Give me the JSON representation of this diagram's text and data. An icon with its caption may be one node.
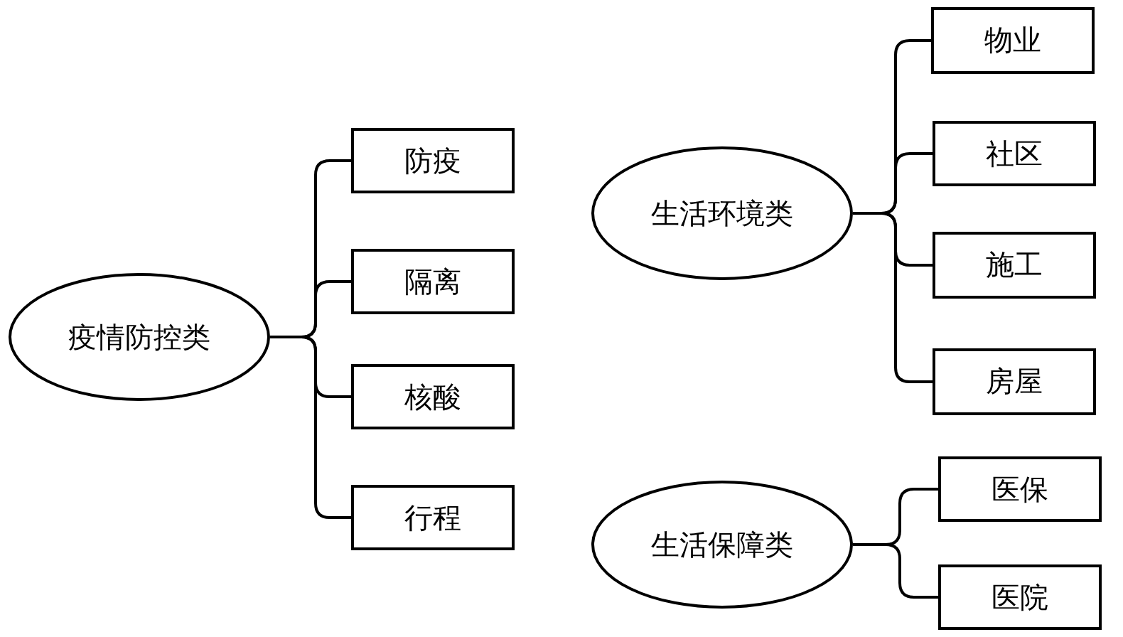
{
  "diagram": {
    "nodes": [
      {
        "text": [
          "疫情防控类"
        ]
      },
      {
        "text": [
          "防疫"
        ]
      },
      {
        "text": [
          "隔离"
        ]
      },
      {
        "text": [
          "核酸"
        ]
      },
      {
        "text": [
          "行程"
        ]
      },
      {
        "text": [
          "生活环境类"
        ]
      },
      {
        "text": [
          "物业"
        ]
      },
      {
        "text": [
          "社区"
        ]
      },
      {
        "text": [
          "施工"
        ]
      },
      {
        "text": [
          "房屋"
        ]
      },
      {
        "text": [
          "生活保障类"
        ]
      },
      {
        "text": [
          "医保"
        ]
      },
      {
        "text": [
          "医院"
        ]
      }
    ],
    "edges": [
      {
        "from": 0,
        "to": 1,
        "arrow": "none"
      },
      {
        "from": 0,
        "to": 2,
        "arrow": "none"
      },
      {
        "from": 0,
        "to": 3,
        "arrow": "none"
      },
      {
        "from": 0,
        "to": 4,
        "arrow": "none"
      },
      {
        "from": 5,
        "to": 6,
        "arrow": "none"
      },
      {
        "from": 5,
        "to": 7,
        "arrow": "none"
      },
      {
        "from": 5,
        "to": 8,
        "arrow": "none"
      },
      {
        "from": 5,
        "to": 9,
        "arrow": "none"
      },
      {
        "from": 10,
        "to": 11,
        "arrow": "none"
      },
      {
        "from": 10,
        "to": 12,
        "arrow": "none"
      }
    ]
  }
}
